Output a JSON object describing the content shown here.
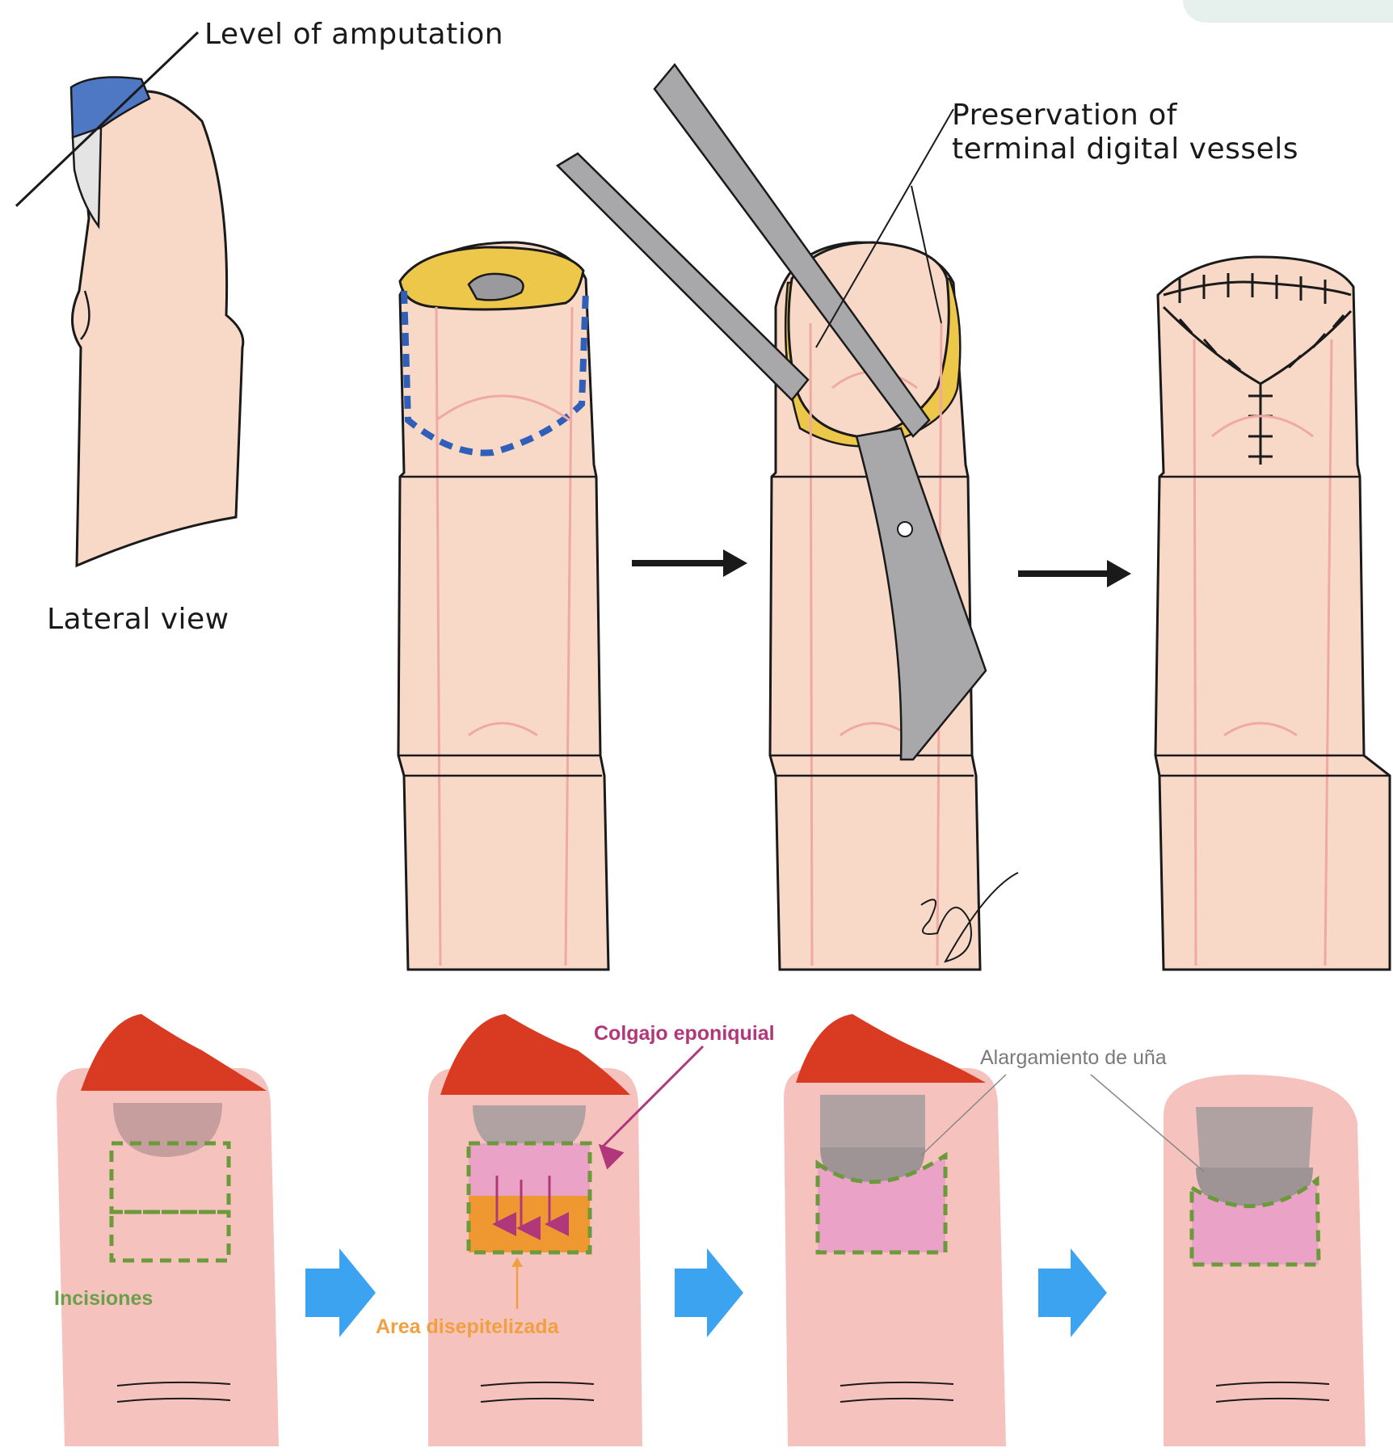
{
  "top_labels": {
    "level_of_amputation": "Level of amputation",
    "preservation_line1": "Preservation of",
    "preservation_line2": "terminal digital vessels",
    "lateral_view": "Lateral view"
  },
  "bottom_labels": {
    "colgajo": "Colgajo eponiquial",
    "alargamiento": "Alargamiento de uña",
    "incisiones": "Incisiones",
    "area": "Area disepitelizada"
  },
  "colors": {
    "skin": "#f8d9c8",
    "skin_shadow": "#eec2ab",
    "vessel": "#f0a9a2",
    "nail_blue": "#4f78c4",
    "fat_yellow": "#ecc74a",
    "bone_gray": "#9a9a9e",
    "dash_blue": "#2f5fb8",
    "finger_pink": "#f6c2bd",
    "nail_red": "#d93a22",
    "nail_gray": "#b0a2a3",
    "flap_pink": "#eaa3c7",
    "area_orange": "#ef9832",
    "dash_green": "#6a9a3a",
    "arrow_blue": "#3ba3f0",
    "label_green": "#6aa04a",
    "label_purple": "#b0387a",
    "label_orange": "#f0a040"
  }
}
